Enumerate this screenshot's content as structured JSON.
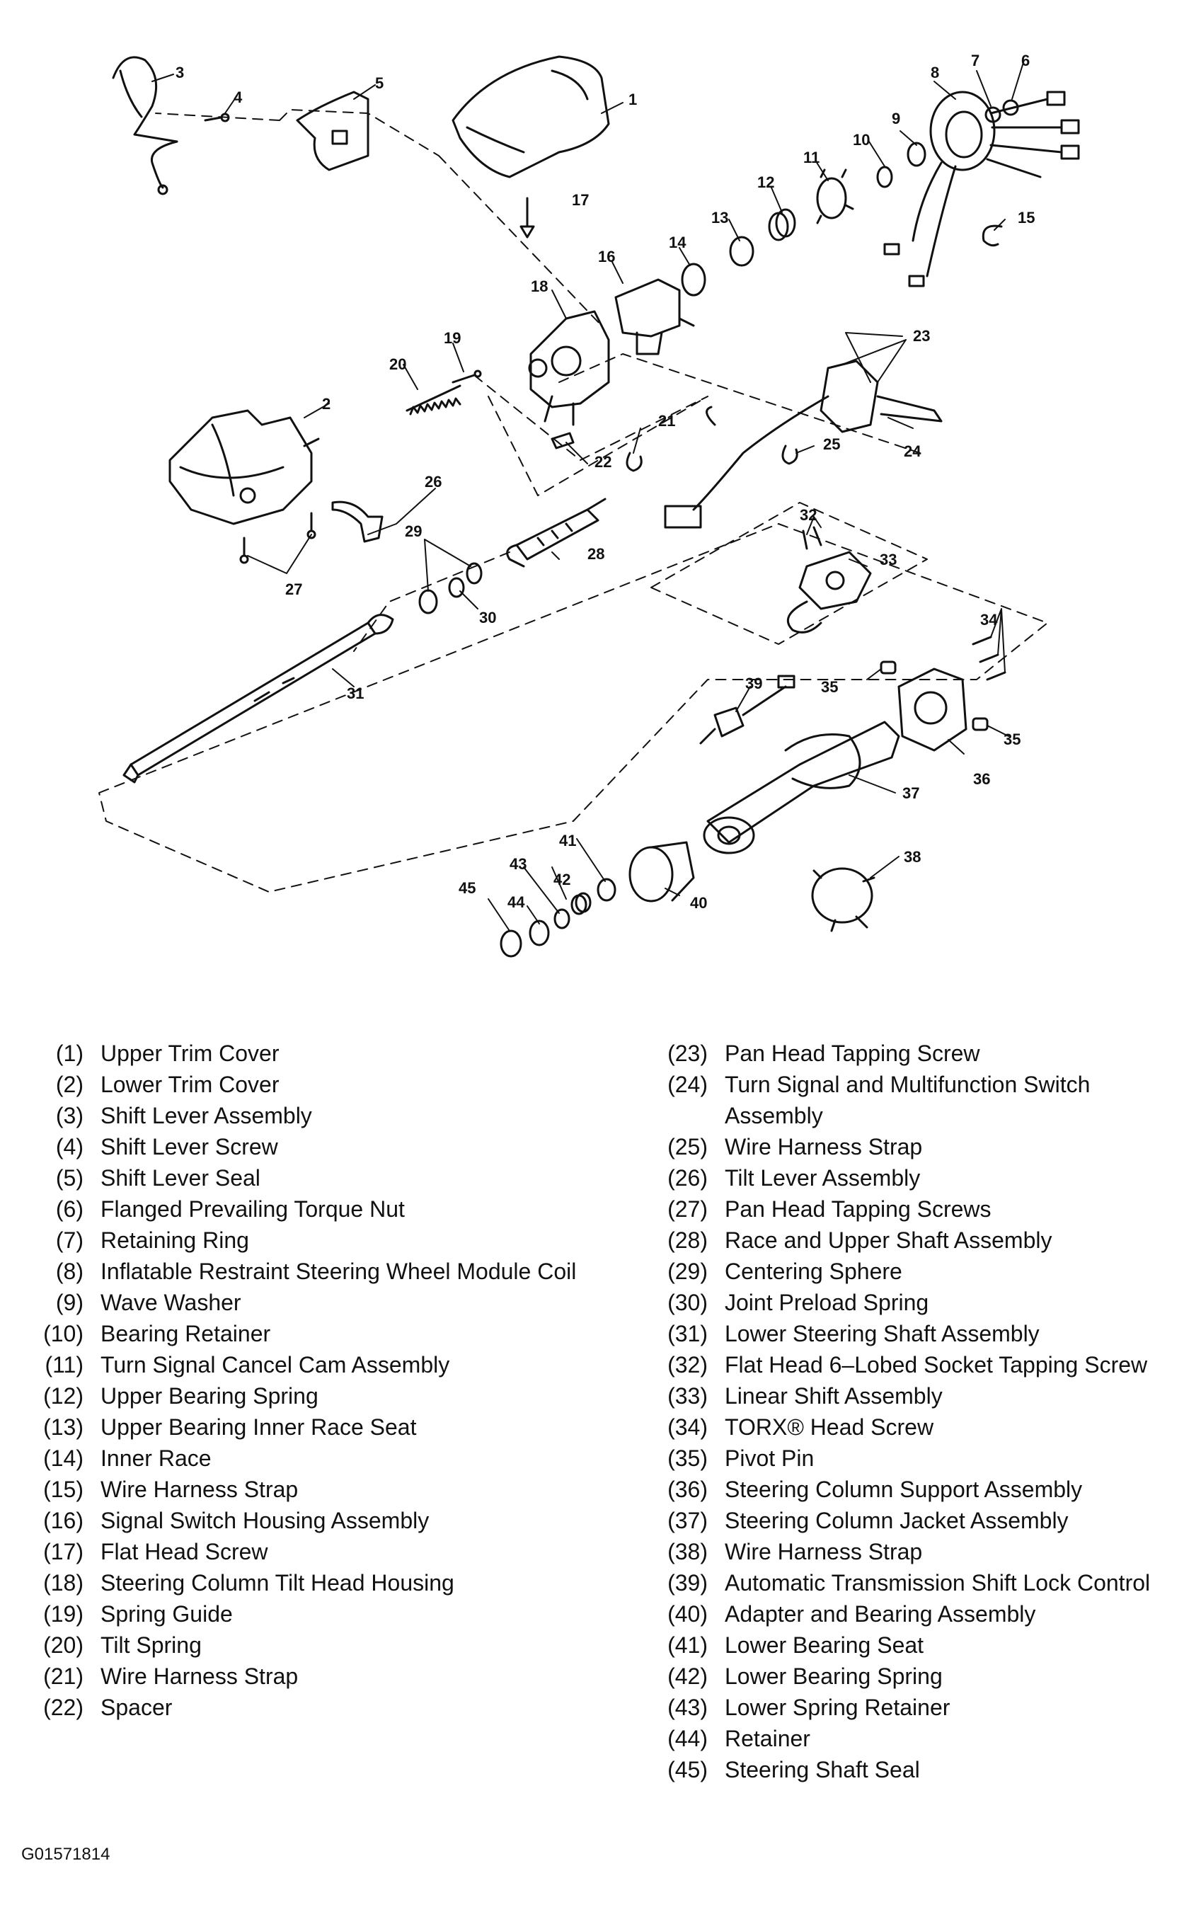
{
  "callouts": [
    "1",
    "2",
    "3",
    "4",
    "5",
    "6",
    "7",
    "8",
    "9",
    "10",
    "11",
    "12",
    "13",
    "14",
    "15",
    "16",
    "17",
    "18",
    "19",
    "20",
    "21",
    "22",
    "23",
    "24",
    "25",
    "26",
    "27",
    "28",
    "29",
    "30",
    "31",
    "32",
    "33",
    "34",
    "35",
    "35",
    "36",
    "37",
    "38",
    "39",
    "40",
    "41",
    "42",
    "43",
    "44",
    "45"
  ],
  "legend_left": [
    {
      "num": "(1)",
      "label": "Upper Trim Cover"
    },
    {
      "num": "(2)",
      "label": "Lower Trim Cover"
    },
    {
      "num": "(3)",
      "label": "Shift Lever Assembly"
    },
    {
      "num": "(4)",
      "label": "Shift Lever Screw"
    },
    {
      "num": "(5)",
      "label": "Shift Lever Seal"
    },
    {
      "num": "(6)",
      "label": "Flanged Prevailing Torque Nut"
    },
    {
      "num": "(7)",
      "label": "Retaining Ring"
    },
    {
      "num": "(8)",
      "label": "Inflatable Restraint Steering Wheel Module Coil"
    },
    {
      "num": "(9)",
      "label": "Wave Washer"
    },
    {
      "num": "(10)",
      "label": "Bearing Retainer"
    },
    {
      "num": "(11)",
      "label": "Turn Signal Cancel Cam Assembly"
    },
    {
      "num": "(12)",
      "label": "Upper Bearing Spring"
    },
    {
      "num": "(13)",
      "label": "Upper Bearing Inner Race Seat"
    },
    {
      "num": "(14)",
      "label": "Inner Race"
    },
    {
      "num": "(15)",
      "label": "Wire Harness Strap"
    },
    {
      "num": "(16)",
      "label": "Signal Switch Housing Assembly"
    },
    {
      "num": "(17)",
      "label": "Flat Head Screw"
    },
    {
      "num": "(18)",
      "label": "Steering Column Tilt Head Housing"
    },
    {
      "num": "(19)",
      "label": "Spring Guide"
    },
    {
      "num": "(20)",
      "label": "Tilt Spring"
    },
    {
      "num": "(21)",
      "label": "Wire Harness Strap"
    },
    {
      "num": "(22)",
      "label": "Spacer"
    }
  ],
  "legend_right": [
    {
      "num": "(23)",
      "label": "Pan Head Tapping Screw"
    },
    {
      "num": "(24)",
      "label": "Turn Signal and Multifunction Switch Assembly"
    },
    {
      "num": "(25)",
      "label": "Wire Harness Strap"
    },
    {
      "num": "(26)",
      "label": "Tilt Lever Assembly"
    },
    {
      "num": "(27)",
      "label": "Pan Head Tapping Screws"
    },
    {
      "num": "(28)",
      "label": "Race and Upper Shaft Assembly"
    },
    {
      "num": "(29)",
      "label": "Centering Sphere"
    },
    {
      "num": "(30)",
      "label": "Joint Preload Spring"
    },
    {
      "num": "(31)",
      "label": "Lower Steering Shaft Assembly"
    },
    {
      "num": "(32)",
      "label": "Flat Head 6–Lobed Socket Tapping Screw"
    },
    {
      "num": "(33)",
      "label": "Linear Shift Assembly"
    },
    {
      "num": "(34)",
      "label": "TORX® Head Screw"
    },
    {
      "num": "(35)",
      "label": "Pivot Pin"
    },
    {
      "num": "(36)",
      "label": "Steering Column Support Assembly"
    },
    {
      "num": "(37)",
      "label": "Steering Column Jacket Assembly"
    },
    {
      "num": "(38)",
      "label": "Wire Harness Strap"
    },
    {
      "num": "(39)",
      "label": "Automatic Transmission Shift Lock Control"
    },
    {
      "num": "(40)",
      "label": "Adapter and Bearing Assembly"
    },
    {
      "num": "(41)",
      "label": "Lower Bearing Seat"
    },
    {
      "num": "(42)",
      "label": "Lower Bearing Spring"
    },
    {
      "num": "(43)",
      "label": "Lower Spring Retainer"
    },
    {
      "num": "(44)",
      "label": "Retainer"
    },
    {
      "num": "(45)",
      "label": "Steering Shaft Seal"
    }
  ],
  "figure_code": "G01571814"
}
